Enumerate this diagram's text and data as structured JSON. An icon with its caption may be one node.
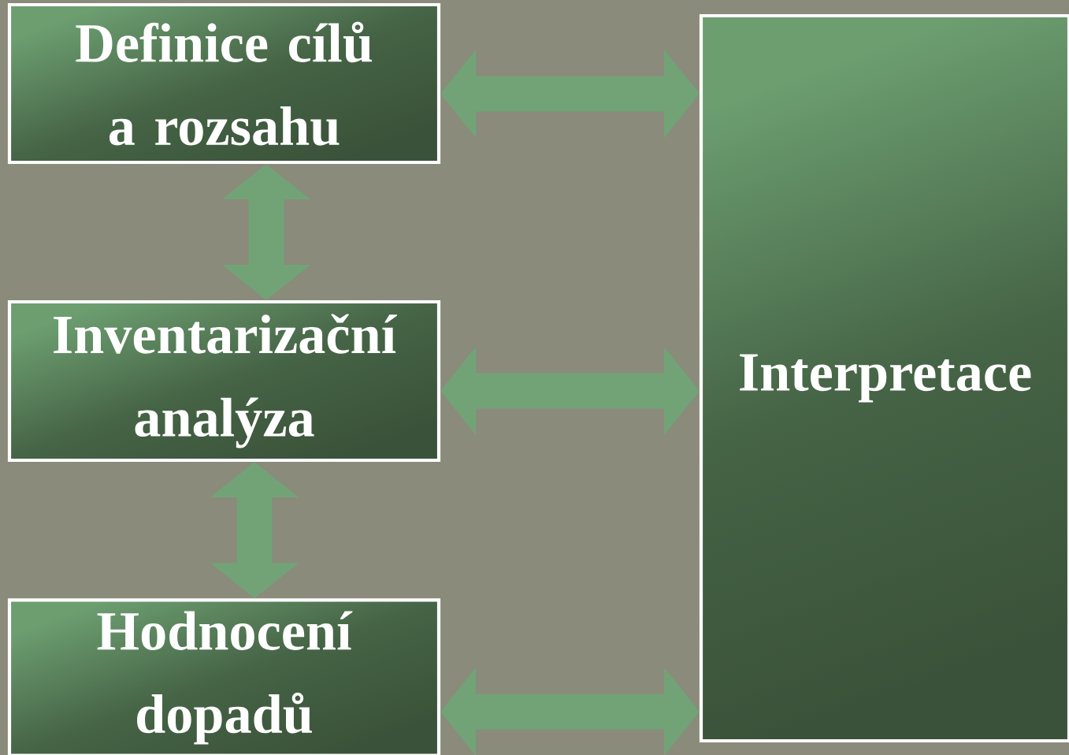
{
  "diagram": {
    "nodes": [
      {
        "text": [
          "Definice cílů a rozsahu"
        ]
      },
      {
        "text": [
          "Inventarizační analýza"
        ]
      },
      {
        "text": [
          "Hodnocení dopadů"
        ]
      },
      {
        "text": [
          "Interpretace"
        ]
      }
    ],
    "edges": [
      {
        "from": 0,
        "to": 1,
        "arrow": "both"
      },
      {
        "from": 1,
        "to": 2,
        "arrow": "both"
      },
      {
        "from": 0,
        "to": 3,
        "arrow": "both"
      },
      {
        "from": 1,
        "to": 3,
        "arrow": "both"
      },
      {
        "from": 2,
        "to": 3,
        "arrow": "both"
      }
    ]
  }
}
